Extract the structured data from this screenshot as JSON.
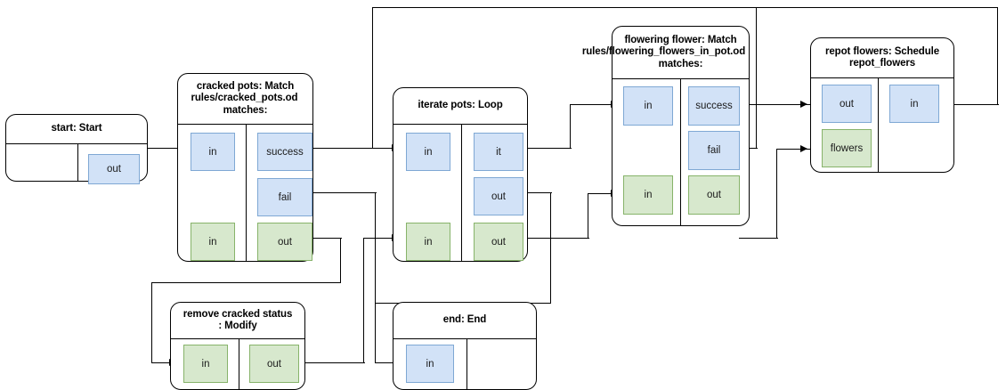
{
  "diagram": {
    "kind": "flowchart",
    "nodes": [
      {
        "id": "start",
        "title": "start: Start",
        "title_lines": [
          "start: Start"
        ],
        "ports_left": [],
        "ports_right": [
          {
            "label": "out",
            "color": "blue"
          }
        ]
      },
      {
        "id": "cracked_pots",
        "title": "cracked pots: Match rules/cracked_pots.od matches:",
        "title_lines": [
          "cracked pots: Match",
          "rules/cracked_pots.od",
          "matches:"
        ],
        "ports_left": [
          {
            "label": "in",
            "color": "blue"
          },
          {
            "label": "in",
            "color": "green"
          }
        ],
        "ports_right": [
          {
            "label": "success",
            "color": "blue"
          },
          {
            "label": "fail",
            "color": "blue"
          },
          {
            "label": "out",
            "color": "green"
          }
        ]
      },
      {
        "id": "iterate_pots",
        "title": "iterate pots: Loop",
        "title_lines": [
          "iterate pots: Loop"
        ],
        "ports_left": [
          {
            "label": "in",
            "color": "blue"
          },
          {
            "label": "in",
            "color": "green"
          }
        ],
        "ports_right": [
          {
            "label": "it",
            "color": "blue"
          },
          {
            "label": "out",
            "color": "blue"
          },
          {
            "label": "out",
            "color": "green"
          }
        ]
      },
      {
        "id": "flowering_flower",
        "title": "flowering flower: Match rules/flowering_flowers_in_pot.od matches:",
        "title_lines": [
          "flowering flower: Match",
          "rules/flowering_flowers_in_pot.od",
          "matches:"
        ],
        "ports_left": [
          {
            "label": "in",
            "color": "blue"
          },
          {
            "label": "in",
            "color": "green"
          }
        ],
        "ports_right": [
          {
            "label": "success",
            "color": "blue"
          },
          {
            "label": "fail",
            "color": "blue"
          },
          {
            "label": "out",
            "color": "green"
          }
        ]
      },
      {
        "id": "repot_flowers",
        "title": "repot flowers: Schedule repot_flowers",
        "title_lines": [
          "repot flowers: Schedule",
          "repot_flowers"
        ],
        "ports_left": [
          {
            "label": "out",
            "color": "blue"
          },
          {
            "label": "flowers",
            "color": "green"
          }
        ],
        "ports_right": [
          {
            "label": "in",
            "color": "blue"
          }
        ]
      },
      {
        "id": "remove_cracked_status",
        "title": "remove cracked status : Modify",
        "title_lines": [
          "remove cracked status",
          ": Modify"
        ],
        "ports_left": [
          {
            "label": "in",
            "color": "green"
          }
        ],
        "ports_right": [
          {
            "label": "out",
            "color": "green"
          }
        ]
      },
      {
        "id": "end",
        "title": "end: End",
        "title_lines": [
          "end: End"
        ],
        "ports_left": [
          {
            "label": "in",
            "color": "blue"
          }
        ],
        "ports_right": []
      }
    ],
    "edges": [
      {
        "from": "start.out",
        "to": "cracked_pots.in"
      },
      {
        "from": "cracked_pots.success",
        "to": "iterate_pots.in"
      },
      {
        "from": "cracked_pots.fail",
        "to": "end.in"
      },
      {
        "from": "cracked_pots.out",
        "to": "remove_cracked_status.in"
      },
      {
        "from": "remove_cracked_status.out",
        "to": "iterate_pots.in_green"
      },
      {
        "from": "iterate_pots.it",
        "to": "flowering_flower.in"
      },
      {
        "from": "iterate_pots.out_blue",
        "to": "end.in"
      },
      {
        "from": "iterate_pots.out_green",
        "to": "flowering_flower.in_green"
      },
      {
        "from": "flowering_flower.success",
        "to": "repot_flowers.out"
      },
      {
        "from": "flowering_flower.fail",
        "to": "iterate_pots.in"
      },
      {
        "from": "flowering_flower.out",
        "to": "repot_flowers.flowers"
      },
      {
        "from": "repot_flowers.in",
        "to": "iterate_pots.in"
      }
    ]
  },
  "colors": {
    "port_blue_fill": "#d2e2f7",
    "port_blue_border": "#7fa8d4",
    "port_green_fill": "#d7e8cd",
    "port_green_border": "#87b36a",
    "stroke": "#000000",
    "background": "#ffffff"
  }
}
